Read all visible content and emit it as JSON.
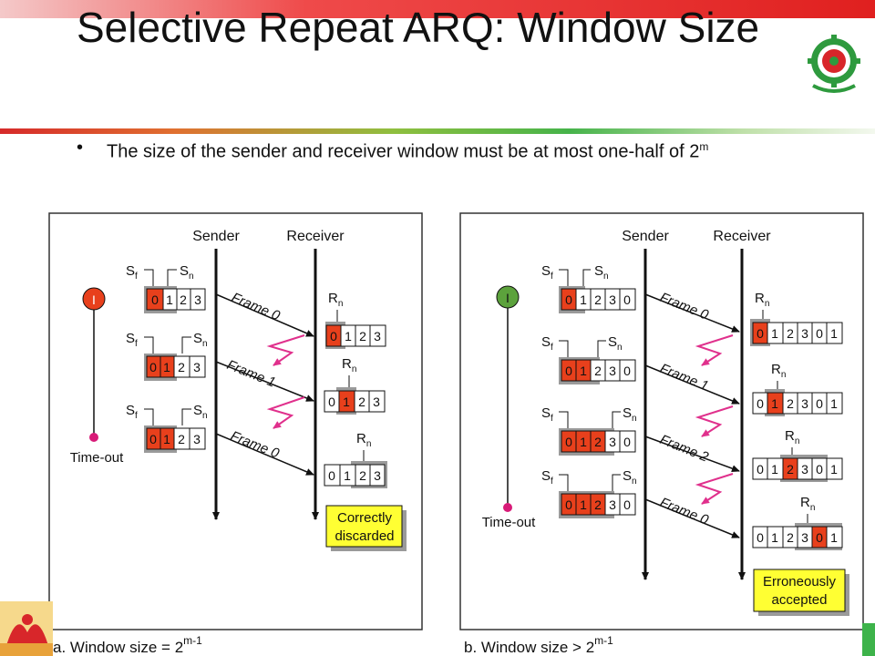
{
  "slide": {
    "title": "Selective Repeat ARQ: Window Size",
    "bullet": "•",
    "subtitle_text": "The size of the sender and receiver window must be at most one-half of 2",
    "subtitle_sup": "m"
  },
  "panel_a": {
    "sender_label": "Sender",
    "receiver_label": "Receiver",
    "timer_label": "I",
    "timeout_label": "Time-out",
    "sf": "S",
    "sf_sub": "f",
    "sn": "S",
    "sn_sub": "n",
    "rn": "R",
    "rn_sub": "n",
    "sender_windows": [
      {
        "cells": [
          "0",
          "1",
          "2",
          "3"
        ],
        "highlight": [
          0
        ]
      },
      {
        "cells": [
          "0",
          "1",
          "2",
          "3"
        ],
        "highlight": [
          0,
          1
        ]
      },
      {
        "cells": [
          "0",
          "1",
          "2",
          "3"
        ],
        "highlight": [
          0
        ]
      }
    ],
    "receiver_windows": [
      {
        "cells": [
          "0",
          "1",
          "2",
          "3"
        ],
        "highlight": [
          0
        ]
      },
      {
        "cells": [
          "0",
          "1",
          "2",
          "3"
        ],
        "highlight": [
          1
        ]
      },
      {
        "cells": [
          "0",
          "1",
          "2",
          "3"
        ],
        "highlight": []
      }
    ],
    "frames": [
      "Frame 0",
      "Frame 1",
      "Frame 0"
    ],
    "note_line1": "Correctly",
    "note_line2": "discarded",
    "caption": "a. Window size = 2",
    "caption_sup": "m-1"
  },
  "panel_b": {
    "sender_label": "Sender",
    "receiver_label": "Receiver",
    "timer_label": "I",
    "timeout_label": "Time-out",
    "sf": "S",
    "sf_sub": "f",
    "sn": "S",
    "sn_sub": "n",
    "rn": "R",
    "rn_sub": "n",
    "sender_windows": [
      {
        "cells": [
          "0",
          "1",
          "2",
          "3",
          "0"
        ],
        "highlight": [
          0
        ]
      },
      {
        "cells": [
          "0",
          "1",
          "2",
          "3",
          "0"
        ],
        "highlight": [
          0,
          1
        ]
      },
      {
        "cells": [
          "0",
          "1",
          "2",
          "3",
          "0"
        ],
        "highlight": [
          0,
          1,
          2
        ]
      },
      {
        "cells": [
          "0",
          "1",
          "2",
          "3",
          "0"
        ],
        "highlight": [
          0,
          1,
          2
        ]
      }
    ],
    "receiver_windows": [
      {
        "cells": [
          "0",
          "1",
          "2",
          "3",
          "0",
          "1"
        ],
        "highlight": [
          0
        ]
      },
      {
        "cells": [
          "0",
          "1",
          "2",
          "3",
          "0",
          "1"
        ],
        "highlight": [
          1
        ]
      },
      {
        "cells": [
          "0",
          "1",
          "2",
          "3",
          "0",
          "1"
        ],
        "highlight": [
          2
        ]
      },
      {
        "cells": [
          "0",
          "1",
          "2",
          "3",
          "0",
          "1"
        ],
        "highlight": [
          4
        ]
      }
    ],
    "frames": [
      "Frame 0",
      "Frame 1",
      "Frame 2",
      "Frame 0"
    ],
    "note_line1": "Erroneously",
    "note_line2": "accepted",
    "caption": "b. Window size > 2",
    "caption_sup": "m-1"
  },
  "colors": {
    "highlight": "#e8401c",
    "shade": "#9a9a9a",
    "note_bg": "#ffff33",
    "arrow_magenta": "#e0308c",
    "timer_red": "#e8401c",
    "timer_green": "#5ca23c",
    "timeout_dot": "#d81b78"
  }
}
